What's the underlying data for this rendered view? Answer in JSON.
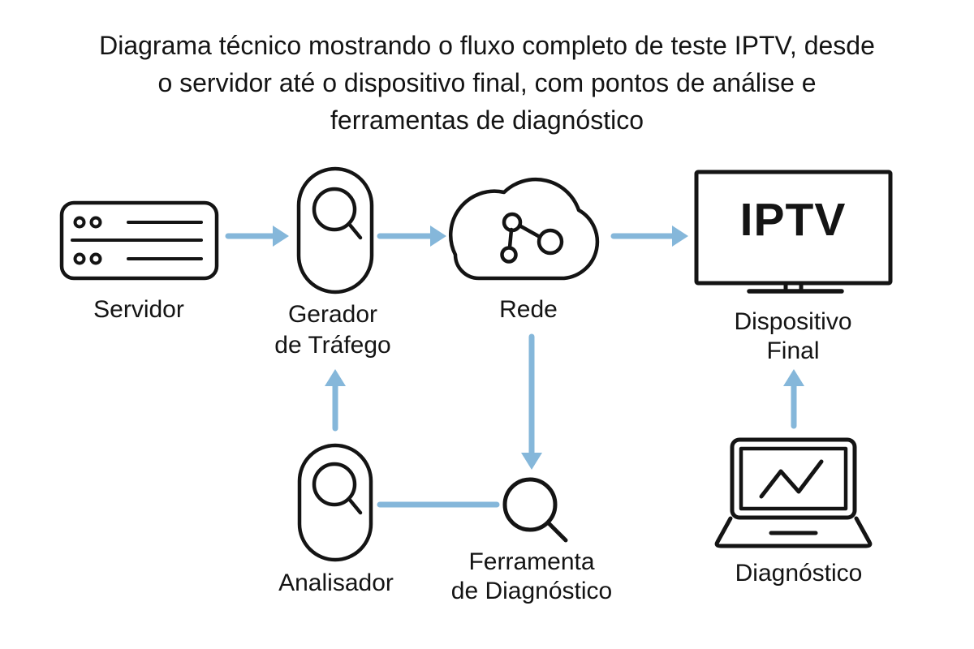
{
  "title": {
    "lines": [
      "Diagrama técnico mostrando o fluxo completo de teste IPTV, desde",
      "o servidor até o dispositivo final, com pontos de análise e",
      "ferramentas de diagnóstico"
    ]
  },
  "nodes": [
    {
      "id": "servidor",
      "label": "Servidor",
      "icon": "server-icon"
    },
    {
      "id": "gerador-trafego",
      "label": "Gerador\nde Tráfego",
      "icon": "traffic-generator-magnifier-icon"
    },
    {
      "id": "rede",
      "label": "Rede",
      "icon": "network-cloud-icon"
    },
    {
      "id": "dispositivo-final",
      "label": "Dispositivo\nFinal",
      "icon": "tv-icon",
      "screen_text": "IPTV"
    },
    {
      "id": "analisador",
      "label": "Analisador",
      "icon": "analyzer-magnifier-icon"
    },
    {
      "id": "ferramenta-diagnostico",
      "label": "Ferramenta\nde Diagnóstico",
      "icon": "magnifier-icon"
    },
    {
      "id": "diagnostico",
      "label": "Diagnóstico",
      "icon": "laptop-chart-icon"
    }
  ],
  "edges": [
    {
      "from": "servidor",
      "to": "gerador-trafego",
      "type": "arrow-right"
    },
    {
      "from": "gerador-trafego",
      "to": "rede",
      "type": "arrow-right"
    },
    {
      "from": "rede",
      "to": "dispositivo-final",
      "type": "arrow-right"
    },
    {
      "from": "analisador",
      "to": "gerador-trafego",
      "type": "arrow-up"
    },
    {
      "from": "rede",
      "to": "ferramenta-diagnostico",
      "type": "arrow-down"
    },
    {
      "from": "analisador",
      "to": "ferramenta-diagnostico",
      "type": "plain-line"
    },
    {
      "from": "diagnostico",
      "to": "dispositivo-final",
      "type": "arrow-up"
    }
  ],
  "colors": {
    "arrow": "#85b7da",
    "icon_stroke": "#141414",
    "text": "#141414",
    "background": "#ffffff"
  }
}
